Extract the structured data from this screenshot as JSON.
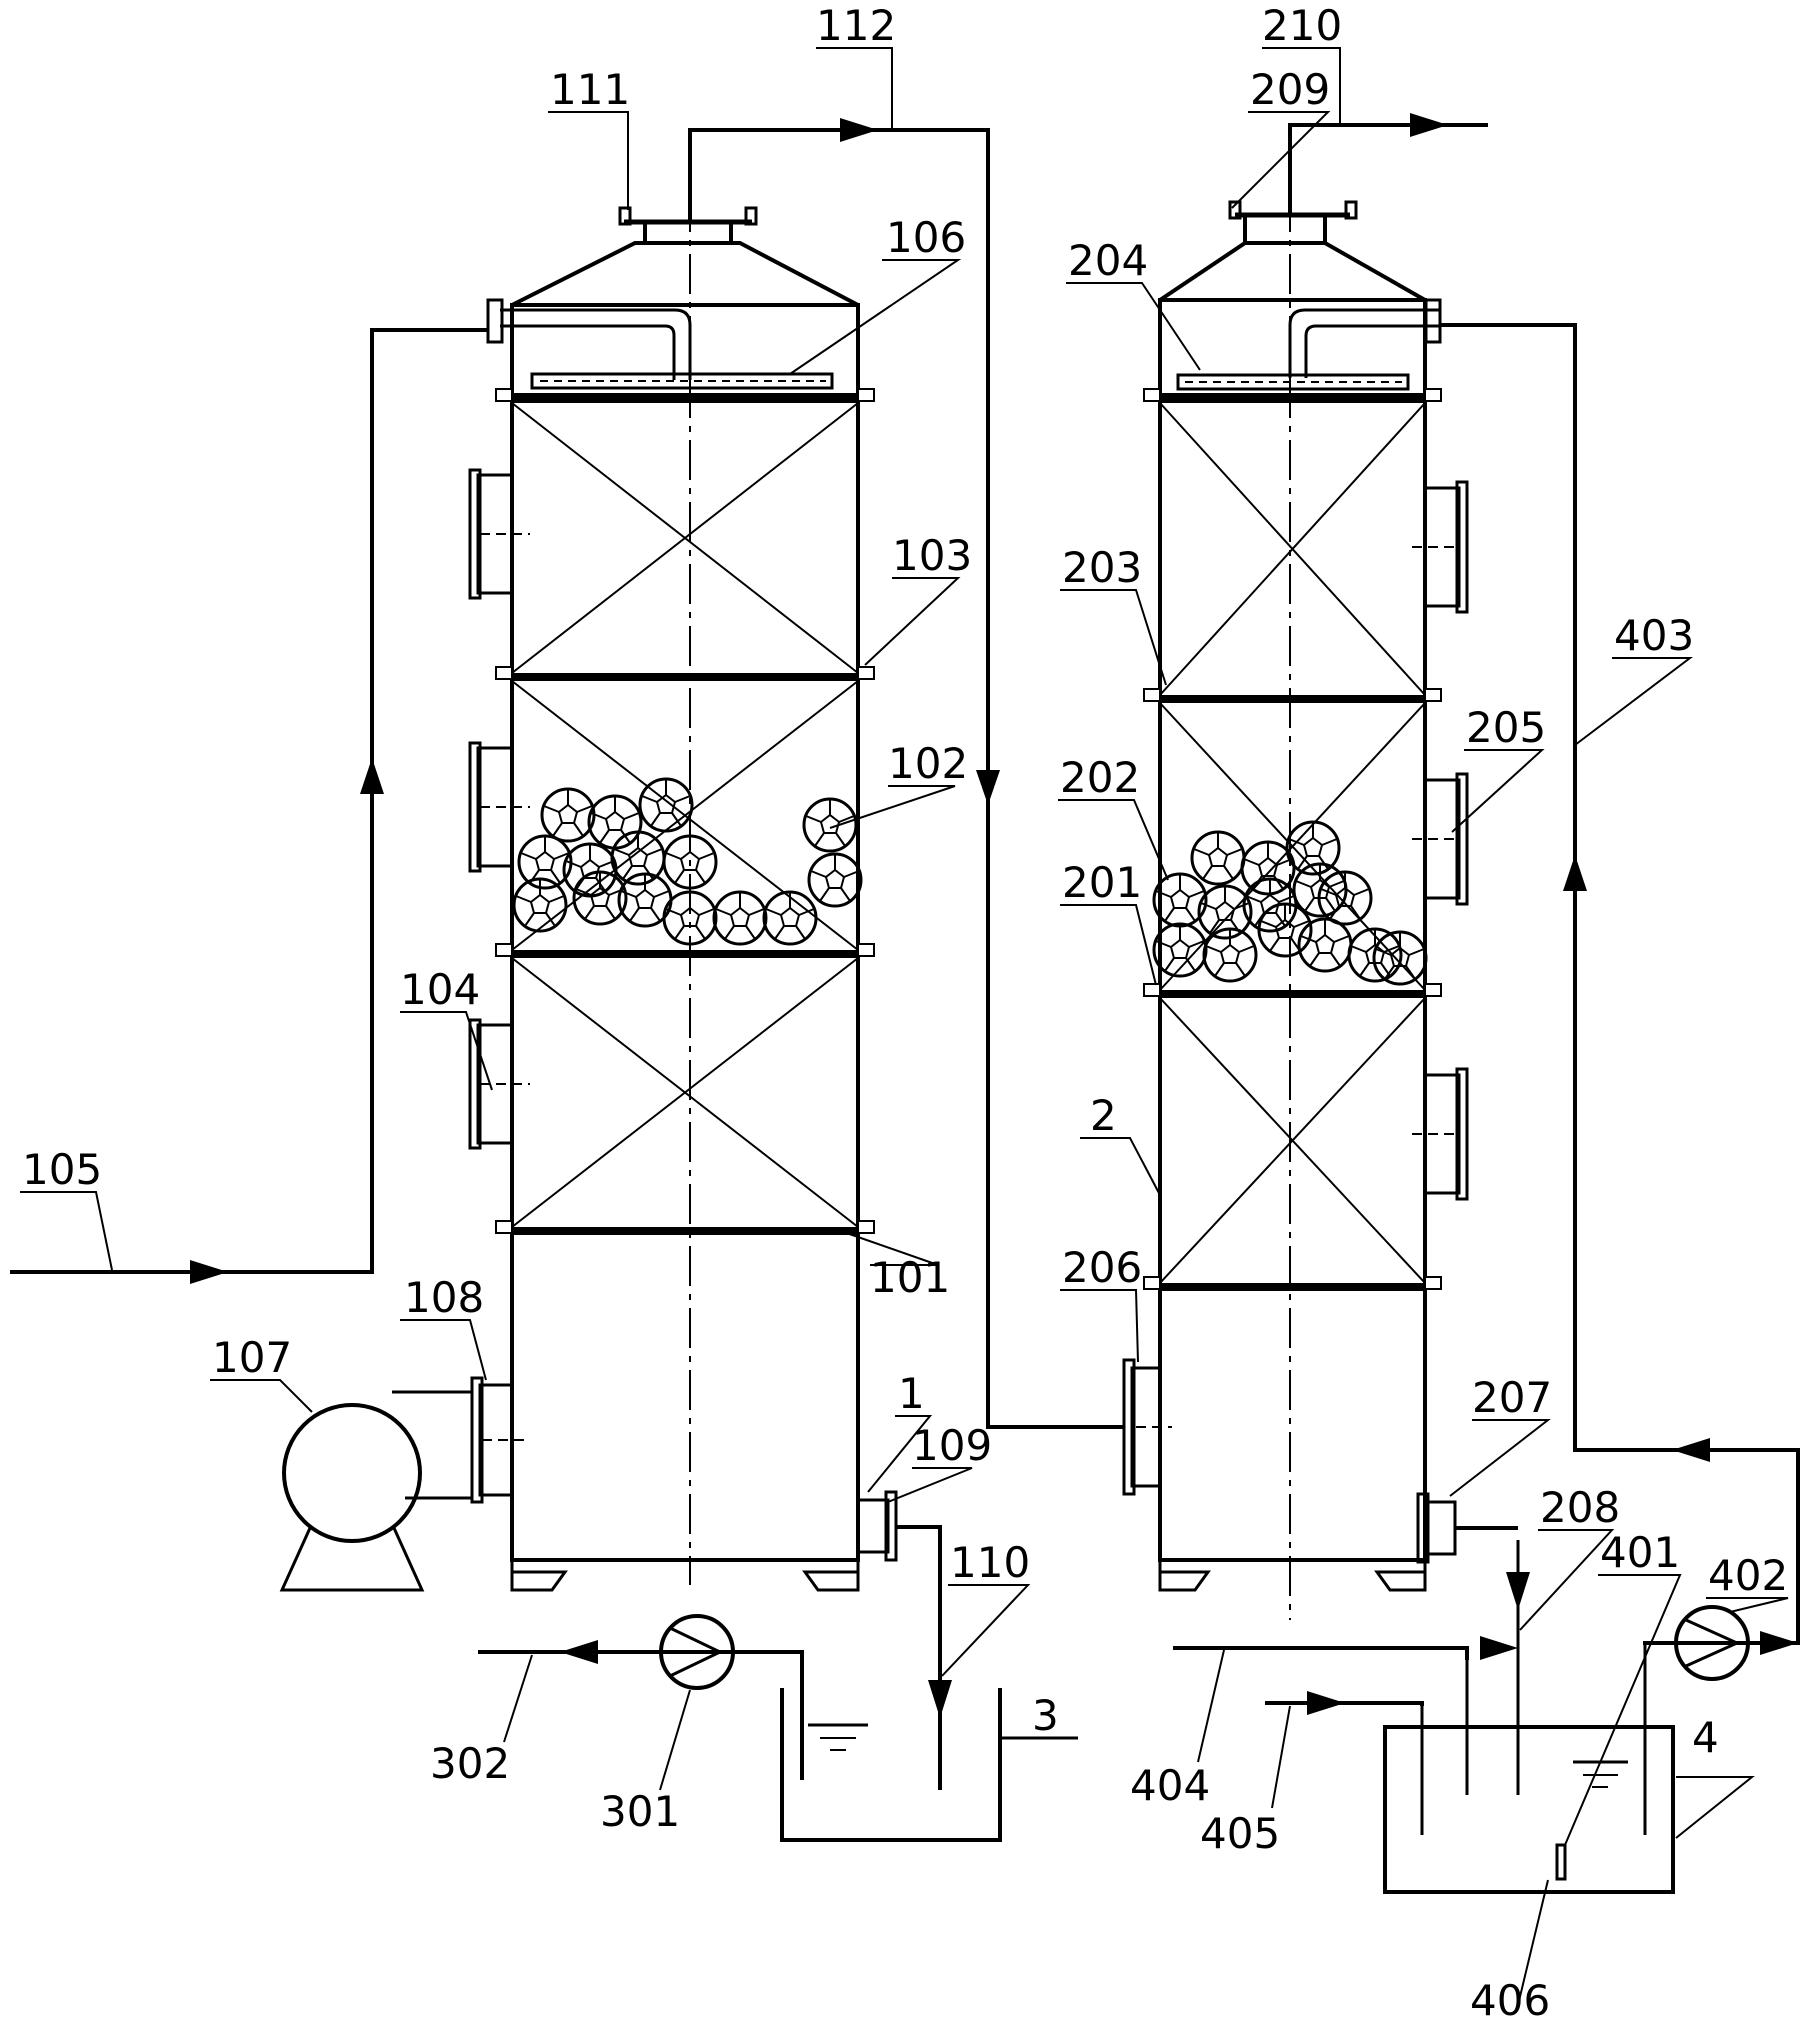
{
  "colors": {
    "ink": "#000000",
    "paper": "#ffffff"
  },
  "labels": {
    "l111": "111",
    "l112": "112",
    "l106": "106",
    "l103": "103",
    "l102": "102",
    "l104": "104",
    "l105": "105",
    "l101": "101",
    "l108": "108",
    "l107": "107",
    "l1": "1",
    "l109": "109",
    "l110": "110",
    "l3": "3",
    "l302": "302",
    "l301": "301",
    "l209": "209",
    "l210": "210",
    "l204": "204",
    "l203": "203",
    "l403": "403",
    "l205": "205",
    "l202": "202",
    "l201": "201",
    "l2": "2",
    "l206": "206",
    "l207": "207",
    "l208": "208",
    "l401": "401",
    "l402": "402",
    "l4": "4",
    "l404": "404",
    "l405": "405",
    "l406": "406"
  },
  "icons": {
    "packing": "packing-ball-icon",
    "pump": "pump-icon",
    "fan": "blower-icon",
    "arrow": "flow-arrow-icon",
    "liquid": "liquid-level-icon"
  }
}
